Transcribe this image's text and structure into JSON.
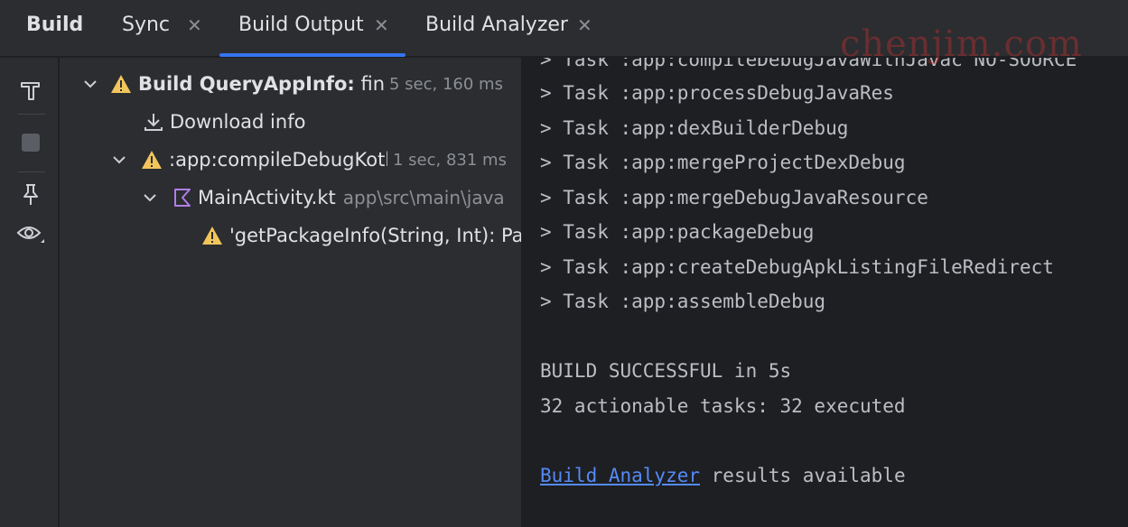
{
  "header": {
    "title": "Build",
    "tabs": [
      {
        "label": "Sync"
      },
      {
        "label": "Build Output"
      },
      {
        "label": "Build Analyzer"
      }
    ],
    "close_glyph": "✕"
  },
  "toolbar": {
    "icons": [
      "build-hammer-icon",
      "stop-icon",
      "pin-icon",
      "eye-icon"
    ]
  },
  "tree": {
    "root": {
      "label_bold": "Build QueryAppInfo:",
      "label_rest": " finished",
      "time": "5 sec, 160 ms"
    },
    "download": {
      "label": "Download info"
    },
    "task": {
      "label": ":app:compileDebugKotlin",
      "time": "1 sec, 831 ms"
    },
    "file": {
      "label": "MainActivity.kt",
      "path": "app\\src\\main\\java"
    },
    "warning": {
      "label": "'getPackageInfo(String, Int): PackageInfo' is deprecated"
    }
  },
  "console": {
    "lines": [
      "> Task :app:compileDebugJavaWithJavac NO-SOURCE",
      "> Task :app:processDebugJavaRes",
      "> Task :app:dexBuilderDebug",
      "> Task :app:mergeProjectDexDebug",
      "> Task :app:mergeDebugJavaResource",
      "> Task :app:packageDebug",
      "> Task :app:createDebugApkListingFileRedirect",
      "> Task :app:assembleDebug",
      "BUILD SUCCESSFUL in 5s",
      "32 actionable tasks: 32 executed"
    ],
    "analyzer_link": "Build Analyzer",
    "analyzer_rest": " results available"
  },
  "watermark": "chenjim.com",
  "colors": {
    "accent": "#3574f0",
    "warning": "#f2c55c",
    "link": "#548af7",
    "kotlin": "#b07fe8"
  }
}
